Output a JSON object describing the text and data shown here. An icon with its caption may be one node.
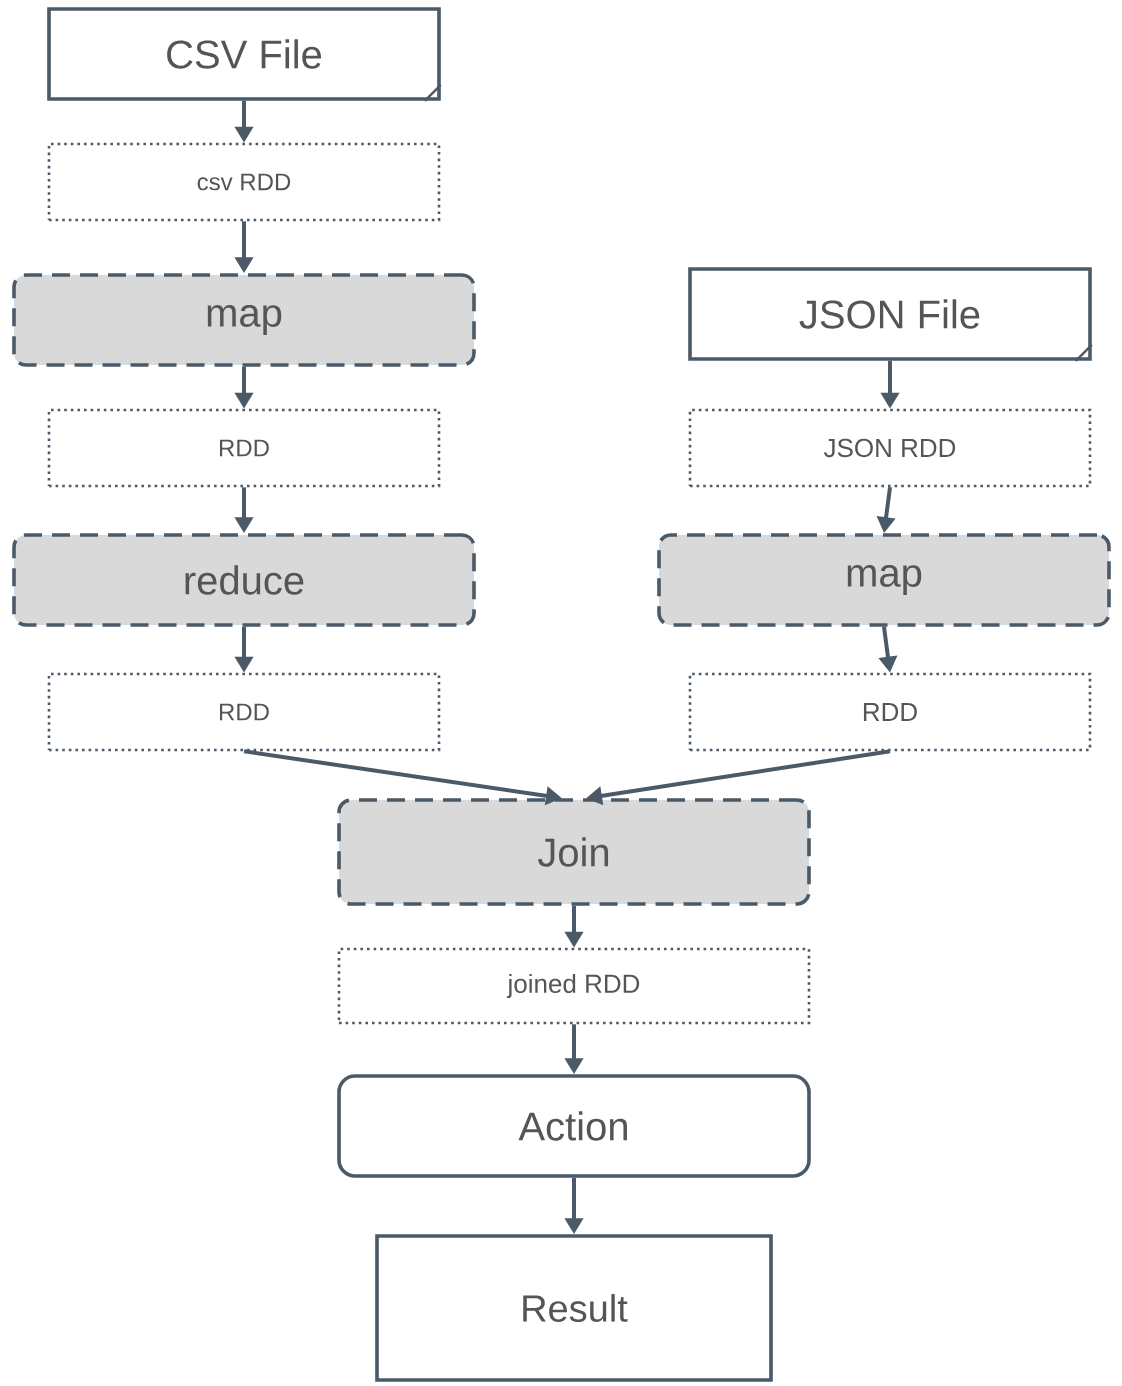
{
  "diagram": {
    "nodes": [
      {
        "text": [
          "CSV File"
        ]
      },
      {
        "text": [
          "csv RDD"
        ]
      },
      {
        "text": [
          "map"
        ]
      },
      {
        "text": [
          "RDD"
        ]
      },
      {
        "text": [
          "reduce"
        ]
      },
      {
        "text": [
          "RDD"
        ]
      },
      {
        "text": [
          "JSON File"
        ]
      },
      {
        "text": [
          "JSON RDD"
        ]
      },
      {
        "text": [
          "map"
        ]
      },
      {
        "text": [
          "RDD"
        ]
      },
      {
        "text": [
          "Join"
        ]
      },
      {
        "text": [
          "joined RDD"
        ]
      },
      {
        "text": [
          "Action"
        ]
      },
      {
        "text": [
          "Result"
        ]
      }
    ],
    "edges": [
      {
        "from": 0,
        "to": 1,
        "arrow": "to"
      },
      {
        "from": 1,
        "to": 2,
        "arrow": "to"
      },
      {
        "from": 2,
        "to": 3,
        "arrow": "to"
      },
      {
        "from": 3,
        "to": 4,
        "arrow": "to"
      },
      {
        "from": 4,
        "to": 5,
        "arrow": "to"
      },
      {
        "from": 6,
        "to": 7,
        "arrow": "to"
      },
      {
        "from": 7,
        "to": 8,
        "arrow": "to"
      },
      {
        "from": 8,
        "to": 9,
        "arrow": "to"
      },
      {
        "from": 5,
        "to": 10,
        "arrow": "to"
      },
      {
        "from": 9,
        "to": 10,
        "arrow": "to"
      },
      {
        "from": 10,
        "to": 11,
        "arrow": "to"
      },
      {
        "from": 11,
        "to": 12,
        "arrow": "to"
      },
      {
        "from": 12,
        "to": 13,
        "arrow": "to"
      }
    ]
  }
}
